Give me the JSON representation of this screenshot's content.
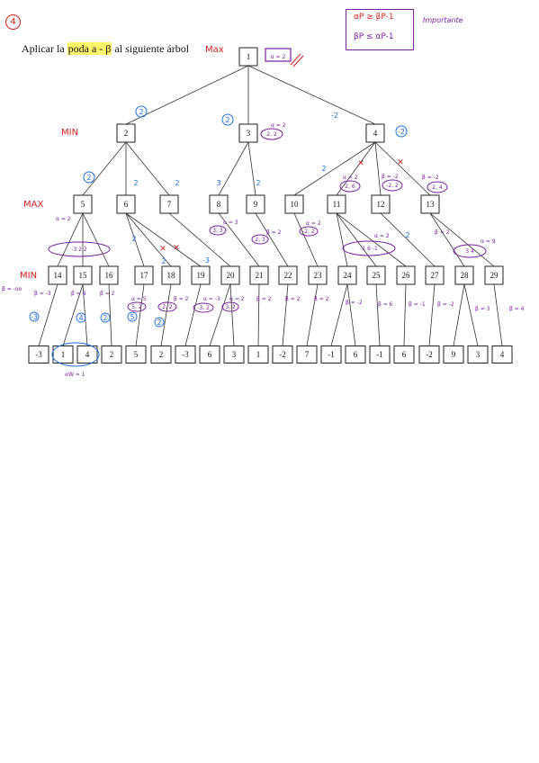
{
  "header": {
    "corner_mark": "4",
    "title_pre": "Aplicar la ",
    "title_hl": "poda a - β",
    "title_post": " al siguiente árbol",
    "rule_line1": "αP ≥ βP-1",
    "rule_line2": "βP ≤ αP-1",
    "rule_note": "Importante"
  },
  "levels": {
    "max1": "Max",
    "min1": "MIN",
    "max2": "MAX",
    "min2": "MIN"
  },
  "root_annotation": "α = 2",
  "nodes": [
    {
      "id": "1",
      "level": 0,
      "index": 0
    },
    {
      "id": "2",
      "level": 1,
      "index": 0
    },
    {
      "id": "3",
      "level": 1,
      "index": 1
    },
    {
      "id": "4",
      "level": 1,
      "index": 2
    },
    {
      "id": "5",
      "level": 2,
      "index": 0
    },
    {
      "id": "6",
      "level": 2,
      "index": 1
    },
    {
      "id": "7",
      "level": 2,
      "index": 2
    },
    {
      "id": "8",
      "level": 2,
      "index": 3
    },
    {
      "id": "9",
      "level": 2,
      "index": 4
    },
    {
      "id": "10",
      "level": 2,
      "index": 5
    },
    {
      "id": "11",
      "level": 2,
      "index": 6
    },
    {
      "id": "12",
      "level": 2,
      "index": 7
    },
    {
      "id": "13",
      "level": 2,
      "index": 8
    },
    {
      "id": "14",
      "level": 3,
      "index": 0
    },
    {
      "id": "15",
      "level": 3,
      "index": 1
    },
    {
      "id": "16",
      "level": 3,
      "index": 2
    },
    {
      "id": "17",
      "level": 3,
      "index": 3
    },
    {
      "id": "18",
      "level": 3,
      "index": 4
    },
    {
      "id": "19",
      "level": 3,
      "index": 5
    },
    {
      "id": "20",
      "level": 3,
      "index": 6
    },
    {
      "id": "21",
      "level": 3,
      "index": 7
    },
    {
      "id": "22",
      "level": 3,
      "index": 8
    },
    {
      "id": "23",
      "level": 3,
      "index": 9
    },
    {
      "id": "24",
      "level": 3,
      "index": 10
    },
    {
      "id": "25",
      "level": 3,
      "index": 11
    },
    {
      "id": "26",
      "level": 3,
      "index": 12
    },
    {
      "id": "27",
      "level": 3,
      "index": 13
    },
    {
      "id": "28",
      "level": 3,
      "index": 14
    },
    {
      "id": "29",
      "level": 3,
      "index": 15
    }
  ],
  "edges": [
    [
      "1",
      "2"
    ],
    [
      "1",
      "3"
    ],
    [
      "1",
      "4"
    ],
    [
      "2",
      "5"
    ],
    [
      "2",
      "6"
    ],
    [
      "2",
      "7"
    ],
    [
      "3",
      "8"
    ],
    [
      "3",
      "9"
    ],
    [
      "4",
      "10"
    ],
    [
      "4",
      "11"
    ],
    [
      "4",
      "12"
    ],
    [
      "4",
      "13"
    ],
    [
      "5",
      "14"
    ],
    [
      "5",
      "15"
    ],
    [
      "5",
      "16"
    ],
    [
      "6",
      "17"
    ],
    [
      "6",
      "18"
    ],
    [
      "6",
      "19"
    ],
    [
      "7",
      "20"
    ],
    [
      "8",
      "21"
    ],
    [
      "9",
      "22"
    ],
    [
      "10",
      "23"
    ],
    [
      "11",
      "24"
    ],
    [
      "11",
      "25"
    ],
    [
      "11",
      "26"
    ],
    [
      "12",
      "27"
    ],
    [
      "13",
      "28"
    ],
    [
      "13",
      "29"
    ]
  ],
  "leaves": [
    {
      "value": "-3",
      "parent": "14"
    },
    {
      "value": "1",
      "parent": "15"
    },
    {
      "value": "4",
      "parent": "15"
    },
    {
      "value": "2",
      "parent": "16"
    },
    {
      "value": "5",
      "parent": "17"
    },
    {
      "value": "2",
      "parent": "18"
    },
    {
      "value": "-3",
      "parent": "19"
    },
    {
      "value": "6",
      "parent": "20"
    },
    {
      "value": "3",
      "parent": "20"
    },
    {
      "value": "1",
      "parent": "21"
    },
    {
      "value": "-2",
      "parent": "22"
    },
    {
      "value": "7",
      "parent": "23"
    },
    {
      "value": "-1",
      "parent": "24"
    },
    {
      "value": "6",
      "parent": "24"
    },
    {
      "value": "-1",
      "parent": "25"
    },
    {
      "value": "6",
      "parent": "26"
    },
    {
      "value": "-2",
      "parent": "27"
    },
    {
      "value": "9",
      "parent": "28"
    },
    {
      "value": "3",
      "parent": "28"
    },
    {
      "value": "4",
      "parent": "29"
    }
  ],
  "values": {
    "n2": "2",
    "n3": "2",
    "n4": "-2",
    "n5": "2",
    "n6": "2",
    "n7": "2",
    "n8": "3",
    "n9": "2",
    "n10": "2",
    "n14": "-3",
    "n15": "4",
    "n16": "2",
    "n17": "5",
    "n18": "2",
    "e4_11": "2",
    "e11_25": "2",
    "e6_17": "2",
    "e6_18": "2",
    "e6_19": "-3",
    "e12": "2"
  },
  "annotations": {
    "n3_ab": "α = 2",
    "n3_pair": "2, 2",
    "n11_ab": "α = 2",
    "n11_pair": "2, 6",
    "n12_ab": "β = -2",
    "n12_pair": "-2, 2",
    "n13_ab": "β = -2",
    "n13_pair": "2, 4",
    "n5_ab": "α = 2",
    "n5_pair": "-3   2   2",
    "n8_ab": "α = 3",
    "n8_pair": "3, 3",
    "n9_ab": "β = 2",
    "n9_pair": "2, 3",
    "n10_ab": "α = 2",
    "n10_pair": "-2, 2",
    "n11_ab2": "α = 2",
    "n11_pair2": "-1   6   -1",
    "n12_ab2": "β = 2",
    "n13_ab2": "α = 9",
    "n13_pair2": "3   4",
    "n14_ab": "β = -3",
    "n14_ab_left": "β = -oo",
    "n15_ab": "β = 4",
    "n16_ab": "β = 2",
    "n17_ab": "α = 5",
    "n17_pair": "5, 2",
    "n18_ab": "β = 2",
    "n18_pair": "2, 2",
    "n19_ab": "α = -3",
    "n19_pair": "-3, 2",
    "n20_ab": "α = 2",
    "n20_pair": "3, 2",
    "n21_ab": "β = 2",
    "n22_ab": "β = 2",
    "n23_ab": "β = 2",
    "n24_ab": "β = -2",
    "n25_ab": "β = 6",
    "n26_ab": "β = -1",
    "n27_ab": "β = -2",
    "n28_ab": "β = 3",
    "n29_ab": "β = 4",
    "leaf_note": "αW = 1",
    "c14": "-3",
    "c15": "4",
    "c16": "2",
    "c17": "5",
    "c18": "2"
  },
  "cuts": [
    "✕",
    "✕",
    "✕",
    "✕"
  ]
}
